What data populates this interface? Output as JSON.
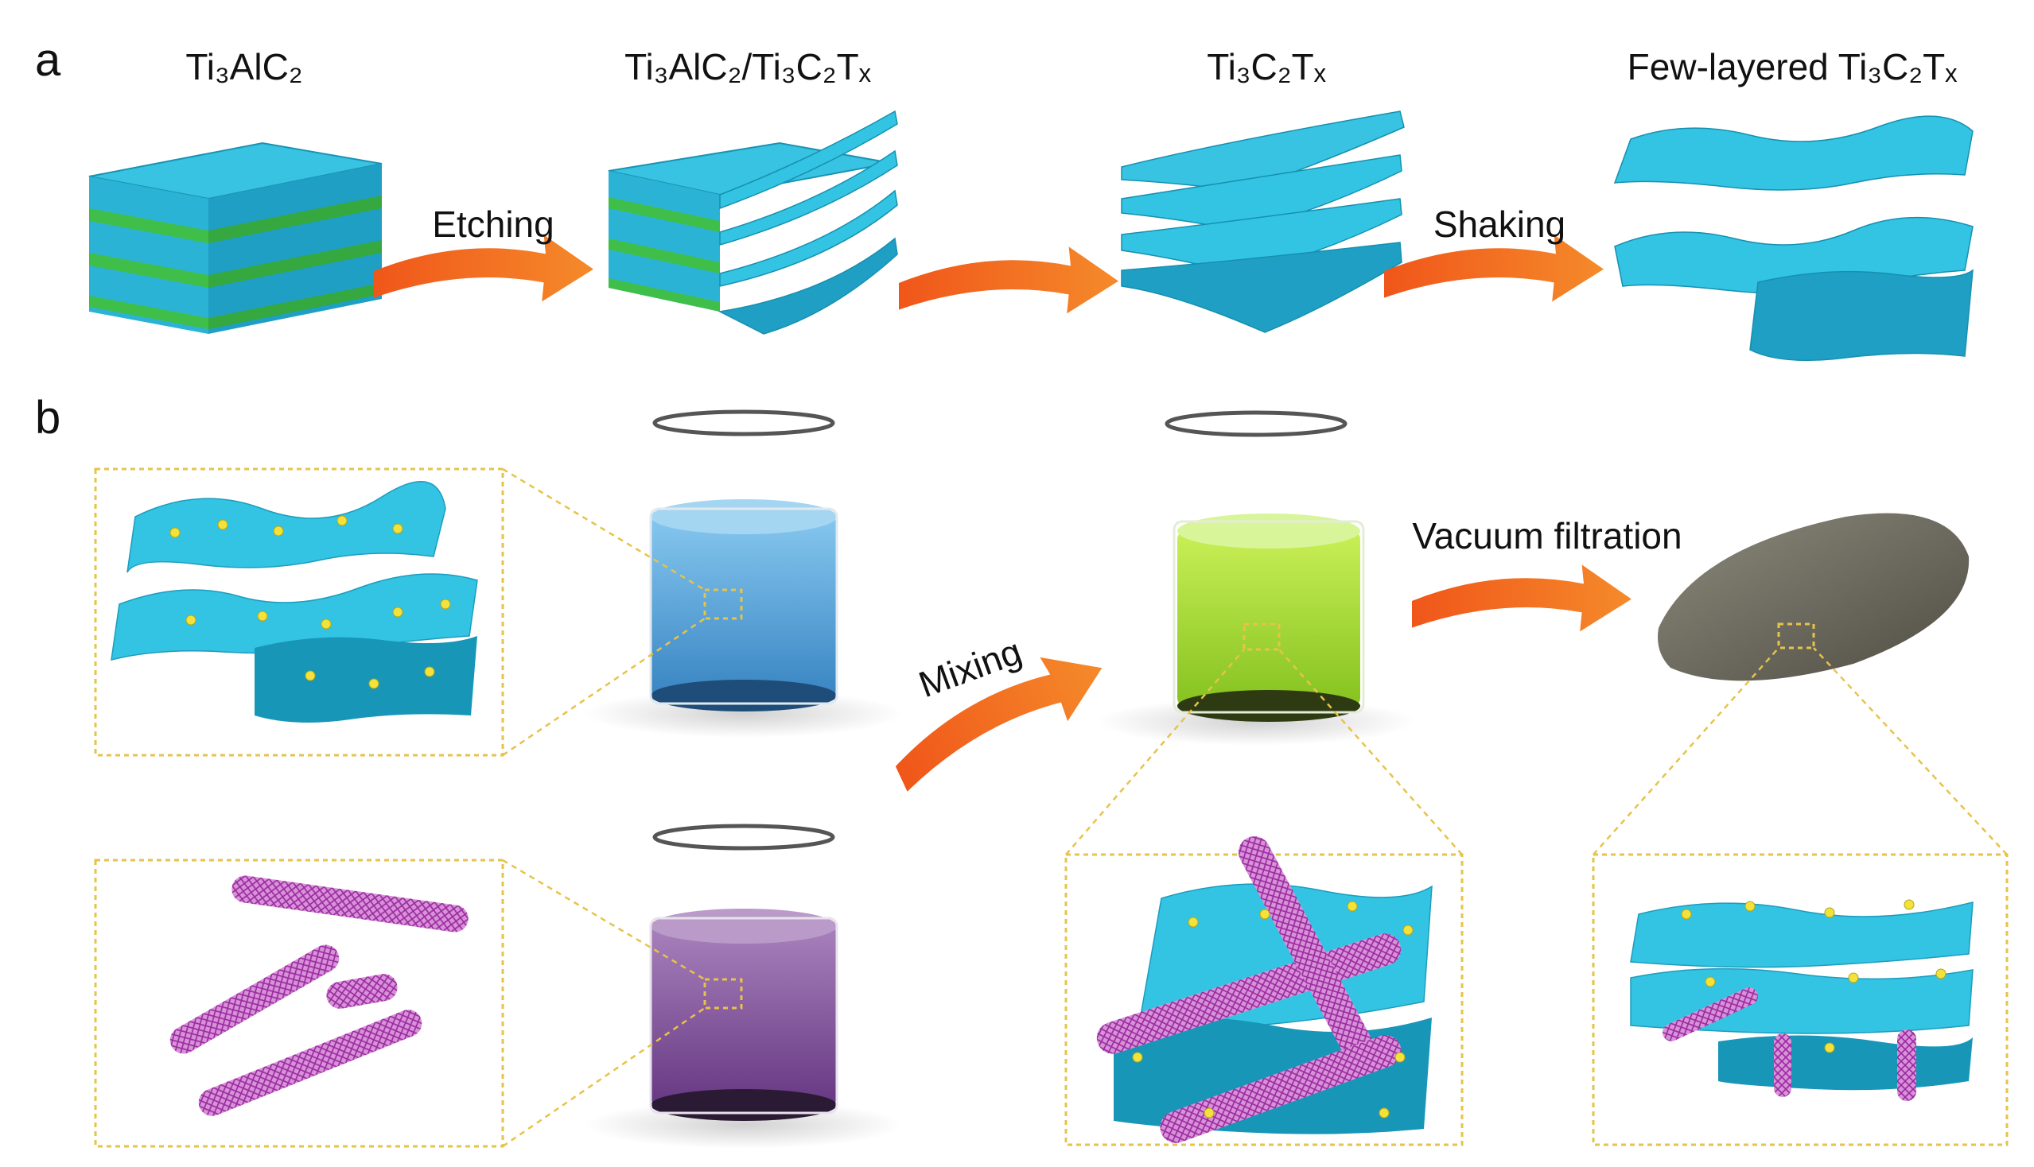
{
  "panel_a": {
    "label": "a",
    "stage_titles": [
      "Ti₃AlC₂",
      "Ti₃AlC₂/Ti₃C₂Tₓ",
      "Ti₃C₂Tₓ",
      "Few-layered Ti₃C₂Tₓ"
    ],
    "arrow_labels": [
      "Etching",
      "",
      "Shaking"
    ]
  },
  "panel_b": {
    "label": "b",
    "arrow_labels": [
      "Mixing",
      "Vacuum filtration"
    ]
  },
  "colors": {
    "mxene": "#33c4e3",
    "al_layer": "#3fbf4a",
    "arrow": "#ef6a1a",
    "cnt": "#b23fb4",
    "nanoparticle": "#f2e23a",
    "blue_solution": "#4aa3df",
    "green_solution": "#a8e02a",
    "purple_solution": "#8a4a9e",
    "film": "#6e6c5f",
    "zoom_box": "#e6c34a"
  }
}
